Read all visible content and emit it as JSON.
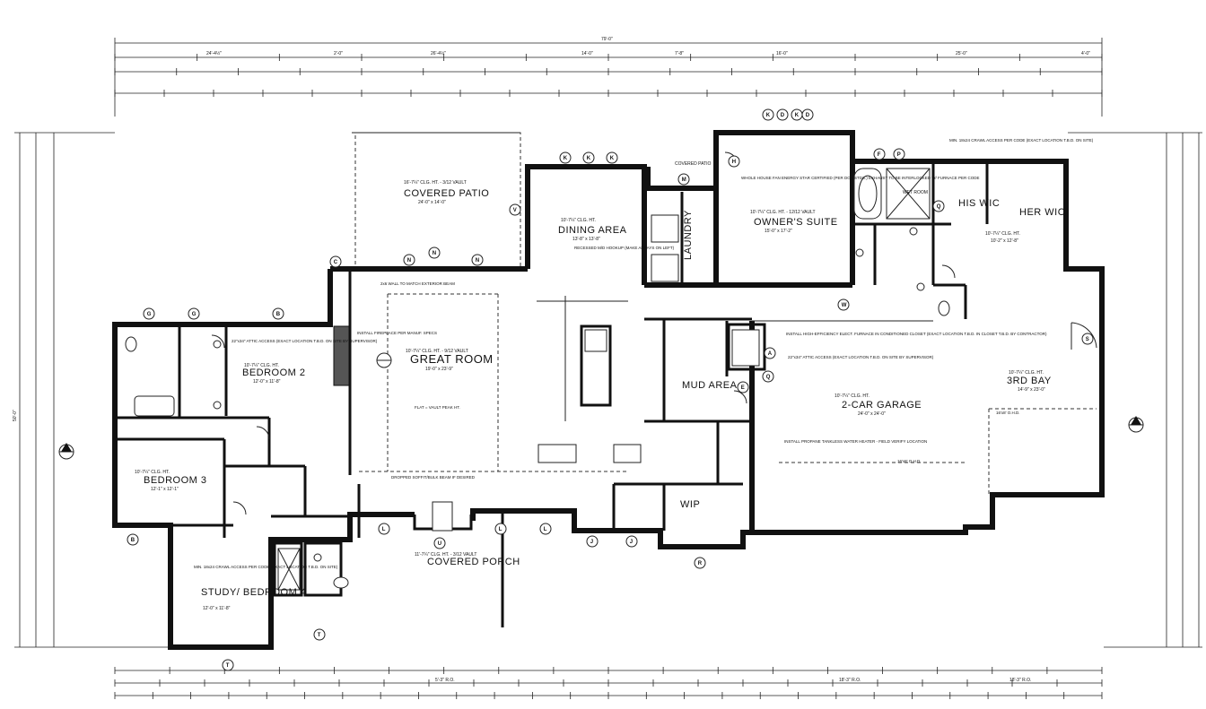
{
  "rooms": {
    "covered_patio": {
      "name": "COVERED PATIO",
      "sub": "16'-7¼\" CLG. HT. - 3/12 VAULT",
      "size": "24'-0\" x 14'-0\""
    },
    "dining": {
      "name": "DINING AREA",
      "sub": "10'-7¼\" CLG. HT.",
      "size": "13'-8\" x 13'-8\""
    },
    "laundry": {
      "name": "LAUNDRY"
    },
    "owners_suite": {
      "name": "OWNER'S SUITE",
      "sub": "10'-7¼\" CLG. HT. - 12/12 VAULT",
      "size": "15'-0\" x 17'-2\""
    },
    "his_wic": {
      "name": "HIS WIC"
    },
    "her_wic": {
      "name": "HER WIC",
      "sub": "10'-7¼\" CLG. HT.",
      "size": "10'-2\" x 12'-8\""
    },
    "wet_room": {
      "name": "WET ROOM"
    },
    "great_room": {
      "name": "GREAT ROOM",
      "sub": "10'-7¼\" CLG. HT. - 9/12 VAULT",
      "size": "19'-0\" x 23'-9\""
    },
    "bedroom2": {
      "name": "BEDROOM 2",
      "sub": "10'-7¼\" CLG. HT.",
      "size": "12'-0\" x 11'-8\""
    },
    "bedroom3": {
      "name": "BEDROOM 3",
      "sub": "10'-7¼\" CLG. HT.",
      "size": "12'-1\" x 12'-1\""
    },
    "study": {
      "name": "STUDY/ BEDROOM 4",
      "size": "12'-0\" x 11'-8\""
    },
    "mud_area": {
      "name": "MUD AREA"
    },
    "garage": {
      "name": "2-CAR GARAGE",
      "sub": "10'-7¼\" CLG. HT.",
      "size": "24'-0\" x 24'-0\""
    },
    "third_bay": {
      "name": "3RD BAY",
      "sub": "10'-7¼\" CLG. HT.",
      "size": "14'-9\" x 23'-0\""
    },
    "covered_porch": {
      "name": "COVERED PORCH",
      "sub": "11'-7¼\" CLG. HT. - 3/12 VAULT"
    },
    "wip": {
      "name": "WIP"
    },
    "covered_patio_small": {
      "name": "COVERED PATIO"
    }
  },
  "notes": {
    "fireplace": "INSTALL FIREPLACE PER MANUF. SPECS",
    "attic1": "22\"x34\" ATTIC ACCESS (EXACT LOCATION T.B.D. ON SITE BY SUPERVISOR)",
    "attic2": "22\"x34\" ATTIC ACCESS (EXACT LOCATION T.B.D. ON SITE BY SUPERVISOR)",
    "furnace": "INSTALL HIGH-EFFICIENCY ELECT. FURNACE IN CONDITIONED CLOSET (EXACT LOCATION T.B.D. IN CLOSET T.B.D. BY CONTRACTOR)",
    "water_heater": "INSTALL PROPANE TANKLESS WATER HEATER - FIELD VERIFY LOCATION",
    "crawl1": "MIN. 18x24 CRAWL ACCESS PER CODE (EXACT LOCATION T.B.D. ON SITE)",
    "crawl2": "MIN. 18x24 CRAWL ACCESS PER CODE (EXACT LOCATION T.B.D. ON SITE)",
    "exhaust": "WHOLE HOUSE FAN ENERGY STAR CERTIFIED (PER DOE STDS.) EXHAUST TO BE INTERLOCKED W/ FURNACE PER CODE",
    "soffit": "DROPPED SOFFIT/BULK BEAM IF DESIRED",
    "wall": "2x6 WALL TO MATCH EXTERIOR BEAM",
    "microwave": "RECESSED M/D HOOKUP (MAKE ALWAYS ON LEFT)",
    "flat_vault": "FLAT = VAULT PEAK HT."
  },
  "dims": {
    "overall": "79'-0\"",
    "top_segments": [
      "24'-4½\"",
      "2'-0\"",
      "26'-4½\"",
      "14'-0\"",
      "7'-8\"",
      "16'-0\"",
      "25'-0\"",
      "4'-0\""
    ],
    "left_total": "50'-0\"",
    "bottom_ro": [
      "5'-3\" R.O.",
      "18'-3\" R.O.",
      "18'-3\" R.O."
    ],
    "garage_doors": [
      "16'x8' O.H.D.",
      "16'x8' O.H.D."
    ]
  },
  "tags": [
    "A",
    "B",
    "C",
    "D",
    "E",
    "F",
    "G",
    "H",
    "J",
    "K",
    "L",
    "M",
    "N",
    "P",
    "Q",
    "R",
    "S",
    "T",
    "U",
    "V",
    "W"
  ],
  "colors": {
    "line": "#111111",
    "paper": "#ffffff",
    "fireplace": "#555555"
  }
}
